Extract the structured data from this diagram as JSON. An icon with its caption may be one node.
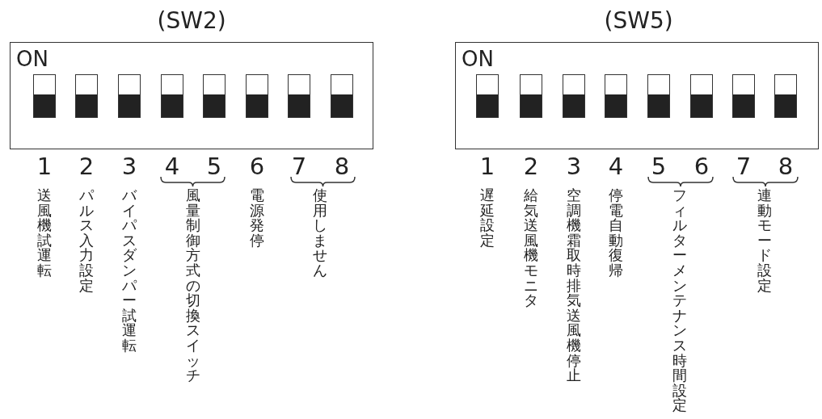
{
  "diagram": {
    "nodes": [
      {
        "text": [
          "(SW2)",
          "ON"
        ]
      },
      {
        "text": [],
        "shape": "box",
        "in": 0
      },
      {
        "text": [],
        "shape": "box",
        "in": 0
      },
      {
        "text": [],
        "shape": "box",
        "in": 0
      },
      {
        "text": [],
        "shape": "box",
        "in": 0
      },
      {
        "text": [],
        "shape": "box",
        "in": 0
      },
      {
        "text": [],
        "shape": "box",
        "in": 0
      },
      {
        "text": [],
        "shape": "box",
        "in": 0
      },
      {
        "text": [],
        "shape": "box",
        "in": 0
      },
      {
        "text": [
          "(SW5)",
          "ON"
        ]
      },
      {
        "text": [],
        "shape": "box",
        "in": 9
      },
      {
        "text": [],
        "shape": "box",
        "in": 9
      },
      {
        "text": [],
        "shape": "box",
        "in": 9
      },
      {
        "text": [],
        "shape": "box",
        "in": 9
      },
      {
        "text": [],
        "shape": "box",
        "in": 9
      },
      {
        "text": [],
        "shape": "box",
        "in": 9
      },
      {
        "text": [],
        "shape": "box",
        "in": 9
      },
      {
        "text": [],
        "shape": "box",
        "in": 9
      }
    ],
    "labels": [
      "1",
      "2",
      "3",
      "4",
      "5",
      "6",
      "7",
      "8",
      "送風機試運転",
      "パルス入力設定",
      "バイパスダンパー試運転",
      "風量制御方式の切換スイッチ",
      "電源発停",
      "使用しません",
      "1",
      "2",
      "3",
      "4",
      "5",
      "6",
      "7",
      "8",
      "遅延設定",
      "給気送風機モニタ",
      "空調機霜取時排気送風機停止",
      "停電自動復帰",
      "フィルターメンテナンス時間設定",
      "連動モード設定"
    ]
  }
}
